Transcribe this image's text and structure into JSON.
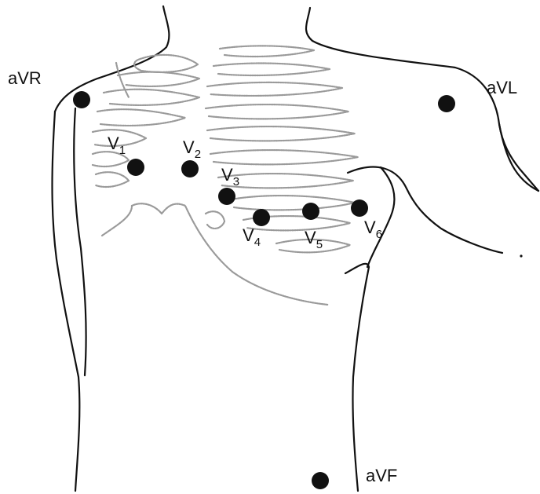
{
  "limb_leads": {
    "avr": "aVR",
    "avl": "aVL",
    "avf": "aVF"
  },
  "chest_leads": [
    {
      "letter": "V",
      "sub": "1"
    },
    {
      "letter": "V",
      "sub": "2"
    },
    {
      "letter": "V",
      "sub": "3"
    },
    {
      "letter": "V",
      "sub": "4"
    },
    {
      "letter": "V",
      "sub": "5"
    },
    {
      "letter": "V",
      "sub": "6"
    }
  ],
  "colors": {
    "outline": "#111111",
    "ribs": "#9a9a9a",
    "electrode": "#111111"
  }
}
